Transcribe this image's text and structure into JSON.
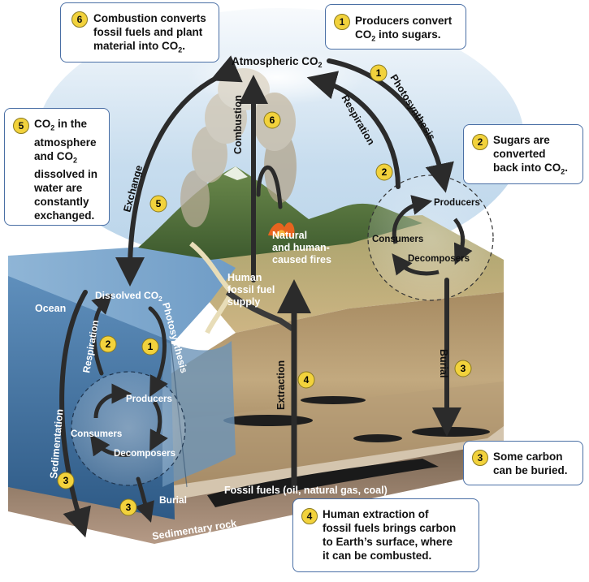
{
  "callouts": {
    "c1": {
      "num": "1",
      "line1": "Producers convert",
      "line2": "CO",
      "line2_sub": "2",
      "line2_tail": " into sugars."
    },
    "c2": {
      "num": "2",
      "line1": "Sugars are",
      "line2": "converted",
      "line3": "back into CO",
      "line3_sub": "2",
      "line3_tail": "."
    },
    "c3": {
      "num": "3",
      "line1": "Some carbon",
      "line2": "can be buried."
    },
    "c4": {
      "num": "4",
      "line1": "Human extraction of",
      "line2": "fossil fuels brings carbon",
      "line3": "to Earth’s surface, where",
      "line4": "it can be combusted."
    },
    "c5": {
      "num": "5",
      "line1": "CO",
      "line1_sub": "2",
      "line1_tail": " in the",
      "line2": "atmosphere",
      "line3": "and CO",
      "line3_sub": "2",
      "line4": "dissolved in",
      "line5": "water are",
      "line6": "constantly",
      "line7": "exchanged."
    },
    "c6": {
      "num": "6",
      "line1": "Combustion converts",
      "line2": "fossil fuels and plant",
      "line3": "material into CO",
      "line3_sub": "2",
      "line3_tail": "."
    }
  },
  "labels": {
    "atmospheric": "Atmospheric CO",
    "atmospheric_sub": "2",
    "photosynthesis": "Photosynthesis",
    "respiration": "Respiration",
    "combustion": "Combustion",
    "exchange": "Exchange",
    "fires_line1": "Natural",
    "fires_line2": "and human-",
    "fires_line3": "caused fires",
    "supply_line1": "Human",
    "supply_line2": "fossil fuel",
    "supply_line3": "supply",
    "extraction": "Extraction",
    "burial": "Burial",
    "ocean": "Ocean",
    "dissolved": "Dissolved CO",
    "dissolved_sub": "2",
    "sedimentation": "Sedimentation",
    "fossil_fuels": "Fossil fuels (oil, natural gas, coal)",
    "sedimentary_rock": "Sedimentary rock",
    "land_cycle": {
      "producers": "Producers",
      "consumers": "Consumers",
      "decomposers": "Decomposers"
    },
    "ocean_cycle": {
      "producers": "Producers",
      "consumers": "Consumers",
      "decomposers": "Decomposers"
    }
  },
  "markers": {
    "m1_land": "1",
    "m2_land": "2",
    "m3_land": "3",
    "m4": "4",
    "m5": "5",
    "m6": "6",
    "m1_ocean": "1",
    "m2_ocean": "2",
    "m3_ocean_a": "3",
    "m3_ocean_b": "3"
  },
  "colors": {
    "callout_border": "#4a6fa5",
    "marker_fill": "#f2d23c",
    "arrow": "#2b2b2b",
    "ocean": "#3f6f9f",
    "soil": "#9b7a52",
    "grass": "#b9a46a",
    "mountain": "#4f6b3a"
  }
}
